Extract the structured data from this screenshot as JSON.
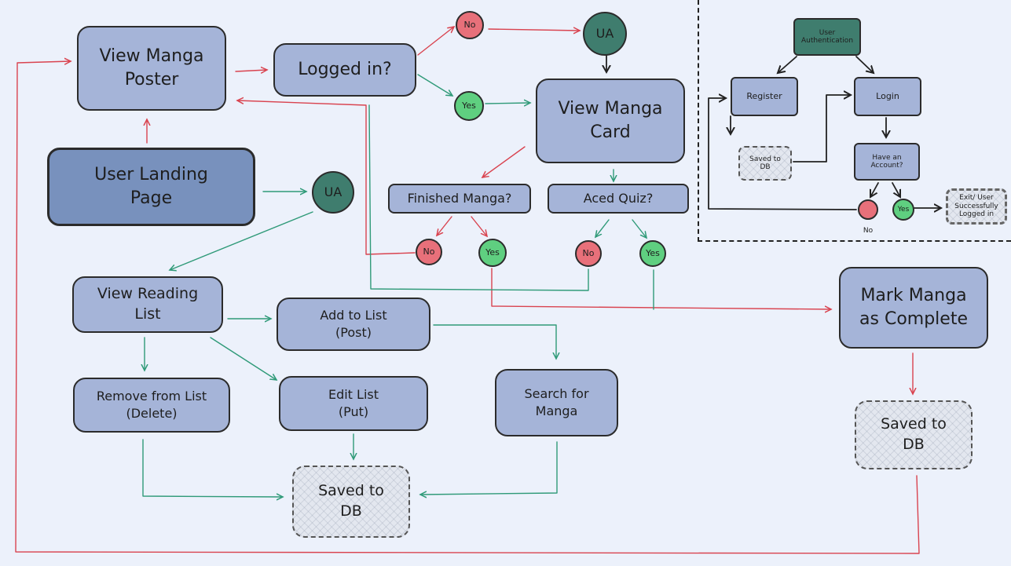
{
  "main_flow": {
    "view_manga_poster": "View Manga\nPoster",
    "logged_in": "Logged in?",
    "no_1": "No",
    "ua_1": "UA",
    "yes_1": "Yes",
    "view_manga_card": "View Manga\nCard",
    "user_landing_page": "User Landing\nPage",
    "ua_2": "UA",
    "finished_manga": "Finished Manga?",
    "aced_quiz": "Aced Quiz?",
    "no_2": "No",
    "yes_2": "Yes",
    "no_3": "No",
    "yes_3": "Yes",
    "mark_manga_complete": "Mark Manga\nas Complete",
    "saved_to_db_right": "Saved to\nDB"
  },
  "reading_list": {
    "view_reading_list": "View Reading\nList",
    "add_to_list": "Add to List\n(Post)",
    "remove_from_list": "Remove from List\n(Delete)",
    "edit_list": "Edit List\n(Put)",
    "search_for_manga": "Search for\nManga",
    "saved_to_db": "Saved to\nDB"
  },
  "auth_panel": {
    "user_authentication": "User\nAuthentication",
    "register": "Register",
    "login": "Login",
    "saved_to_db": "Saved to\nDB",
    "have_an_account": "Have an\nAccount?",
    "yes": "Yes",
    "no_label": "No",
    "exit_success": "Exit/ User\nSuccessfully\nLogged in"
  },
  "colors": {
    "background": "#ecf1fb",
    "node_fill": "#a5b4d8",
    "landing_fill": "#7891bd",
    "ua_fill": "#3f7d6e",
    "no_fill": "#e8707a",
    "yes_fill": "#5fcf80",
    "red_edge": "#d9434f",
    "green_edge": "#2f9a78",
    "dark_edge": "#222222"
  }
}
